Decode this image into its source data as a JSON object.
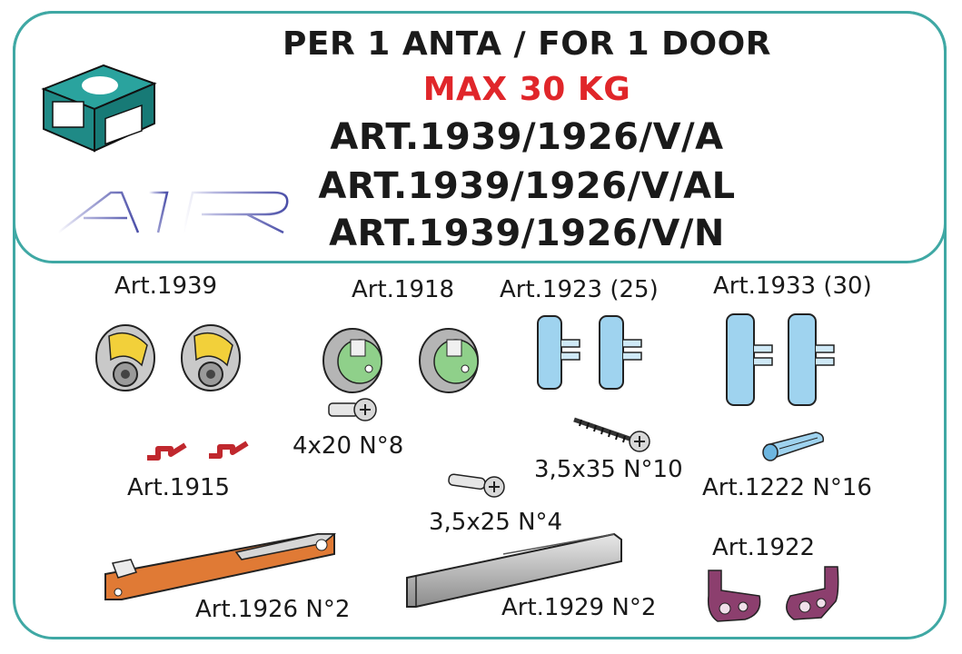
{
  "header": {
    "line1": "PER 1 ANTA / FOR 1 DOOR",
    "line2": "MAX 30 KG",
    "line3": "ART.1939/1926/V/A",
    "line4": "ART.1939/1926/V/AL",
    "line5": "ART.1939/1926/V/N",
    "logo_text": "AIR"
  },
  "colors": {
    "border": "#3fa8a4",
    "accent_red": "#e0262a",
    "box_teal": "#1f8a86"
  },
  "parts": {
    "art1939": "Art.1939",
    "art1918": "Art.1918",
    "art1923": "Art.1923 (25)",
    "art1933": "Art.1933 (30)",
    "screw_4x20": "4x20 N°8",
    "art1915": "Art.1915",
    "screw_35x35": "3,5x35 N°10",
    "art1222": "Art.1222 N°16",
    "screw_35x25": "3,5x25 N°4",
    "art1922": "Art.1922",
    "art1926": "Art.1926 N°2",
    "art1929": "Art.1929 N°2"
  }
}
